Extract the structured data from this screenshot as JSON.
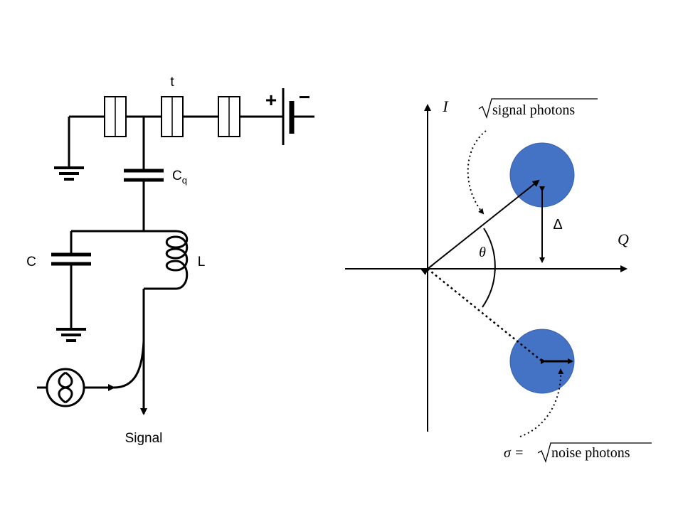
{
  "circuit": {
    "junction_label": "t",
    "battery_plus": "+",
    "battery_minus": "−",
    "coupling_cap_label": "C",
    "coupling_cap_sub": "q",
    "cap_label": "C",
    "inductor_label": "L",
    "signal_label": "Signal"
  },
  "iq_plane": {
    "axis_i_label": "I",
    "axis_q_label": "Q",
    "angle_label": "θ",
    "delta_label": "Δ",
    "signal_annotation": "signal photons",
    "noise_annotation_prefix": "σ =",
    "noise_annotation": "noise photons",
    "blob_color": "#4472c4"
  }
}
